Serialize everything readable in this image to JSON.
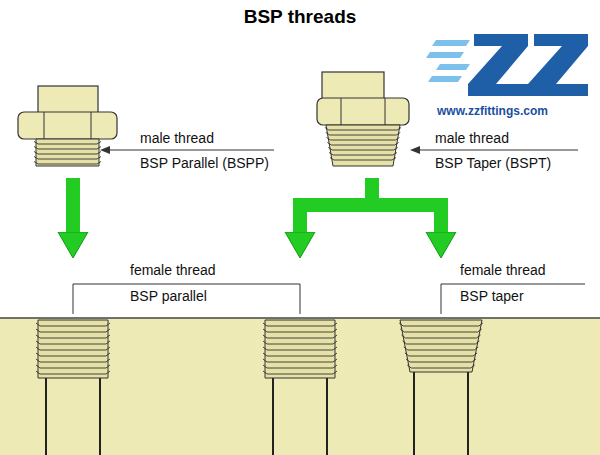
{
  "diagram": {
    "title": "BSP threads",
    "nodes": [
      {
        "text": [
          "male thread",
          "BSP Parallel (BSPP)"
        ]
      },
      {
        "text": [
          "male thread",
          "BSP Taper (BSPT)"
        ]
      },
      {
        "text": [
          "female thread",
          "BSP parallel"
        ]
      },
      {
        "text": [
          "female thread",
          "BSP taper"
        ]
      }
    ],
    "edges": [
      {
        "from": 0,
        "to": 2,
        "arrow": "to"
      },
      {
        "from": 1,
        "to": 2,
        "arrow": "to"
      },
      {
        "from": 1,
        "to": 3,
        "arrow": "to"
      }
    ],
    "labels": [
      "www.zzfittings.com"
    ]
  }
}
